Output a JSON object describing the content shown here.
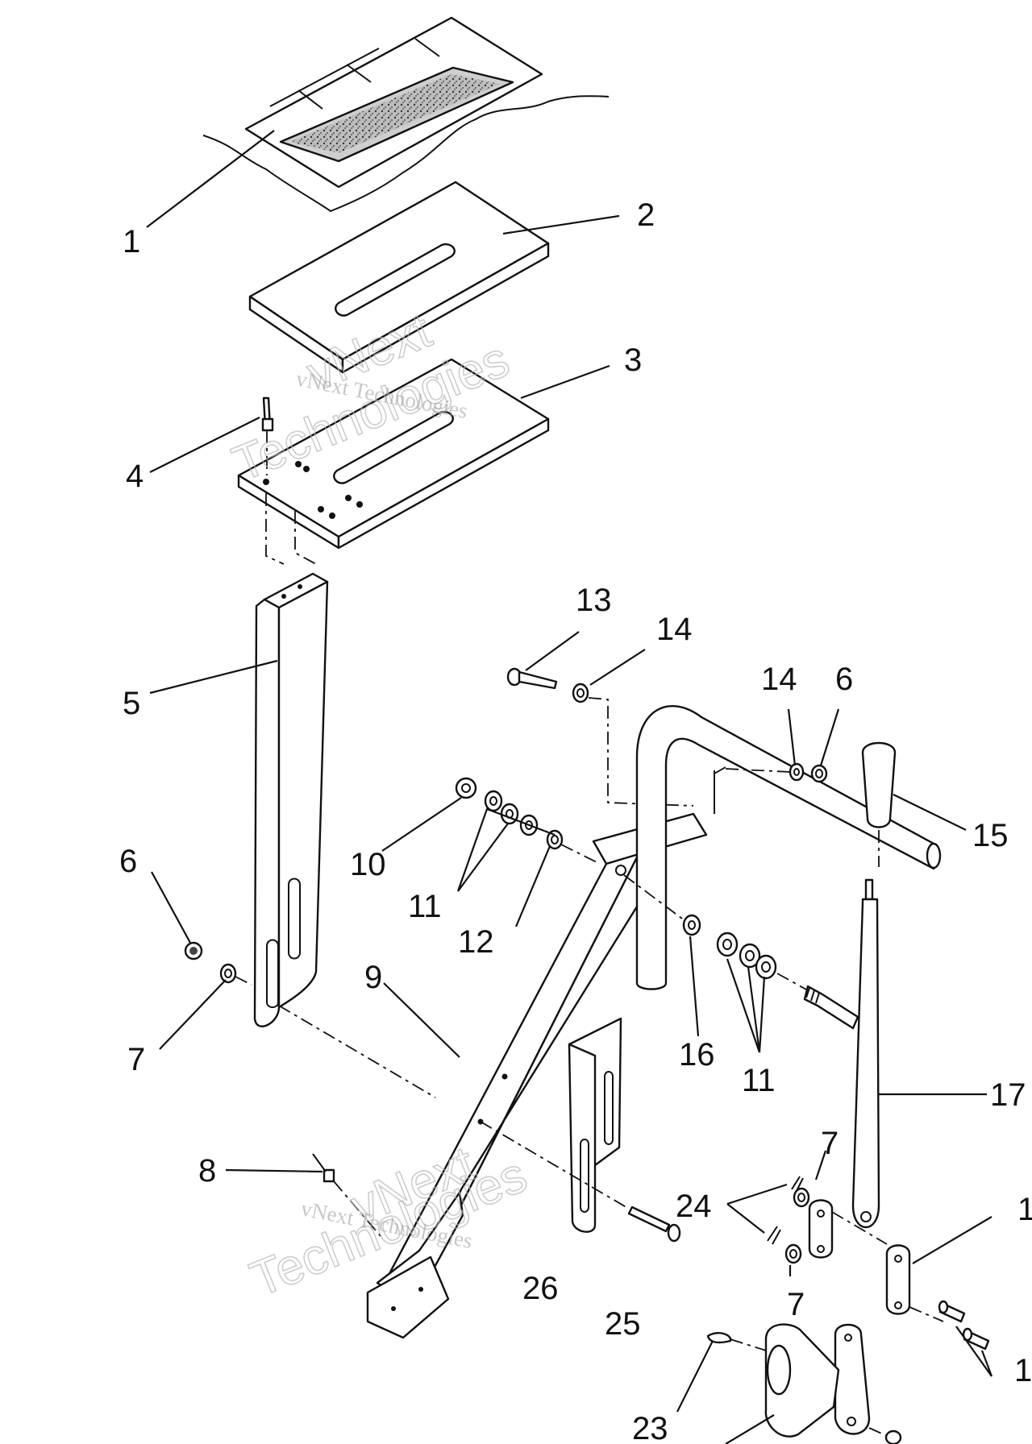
{
  "callouts": {
    "c1": "1",
    "c2": "2",
    "c3": "3",
    "c4": "4",
    "c5": "5",
    "c6a": "6",
    "c6b": "6",
    "c7a": "7",
    "c7b": "7",
    "c7c": "7",
    "c8": "8",
    "c9": "9",
    "c10": "10",
    "c11a": "11",
    "c11b": "11",
    "c12": "12",
    "c13": "13",
    "c14a": "14",
    "c14b": "14",
    "c15": "15",
    "c16": "16",
    "c17": "17",
    "c18": "1",
    "c19": "1",
    "c23": "23",
    "c24": "24",
    "c25": "25",
    "c26": "26"
  },
  "watermark": {
    "brand_small": "vNext Technologies",
    "brand_word1": "vNext",
    "brand_word2": "Technologies"
  },
  "colors": {
    "ink": "#111111",
    "watermark": "#9a9a9a"
  }
}
